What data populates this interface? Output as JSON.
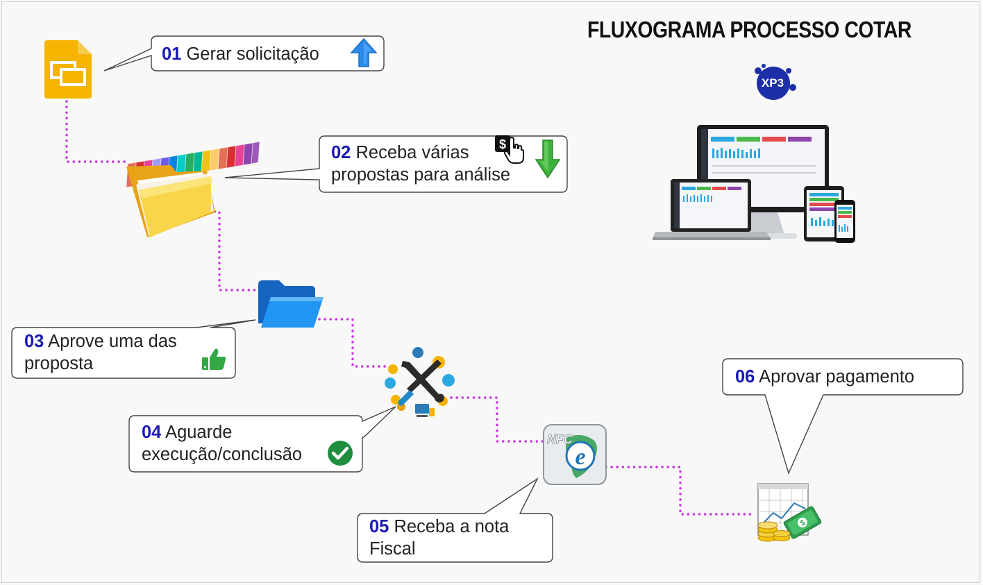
{
  "diagram": {
    "title": "FLUXOGRAMA  PROCESSO COTAR",
    "steps": [
      {
        "number": "01",
        "line1": "Gerar solicitação",
        "line2": ""
      },
      {
        "number": "02",
        "line1": "Receba várias",
        "line2": "propostas para análise"
      },
      {
        "number": "03",
        "line1": "Aprove uma das",
        "line2": "proposta"
      },
      {
        "number": "04",
        "line1": "Aguarde",
        "line2": "execução/conclusão"
      },
      {
        "number": "05",
        "line1": "Receba a nota",
        "line2": "Fiscal"
      },
      {
        "number": "06",
        "line1": "Aprovar pagamento",
        "line2": ""
      }
    ],
    "logo_text": "XP3",
    "nfce_text": "NFC",
    "nfce_letter": "e",
    "dollar_sign": "$"
  },
  "icons": [
    "slides-document-icon",
    "rainbow-folders-icon",
    "blue-folder-icon",
    "tools-gears-icon",
    "nfce-invoice-icon",
    "payment-chart-money-icon",
    "arrow-up-icon",
    "dollar-cursor-icon",
    "arrow-down-icon",
    "thumbs-up-icon",
    "check-circle-icon",
    "responsive-devices-icon",
    "xp3-logo"
  ],
  "colors": {
    "connector": "#c834e0",
    "step_number": "#1a1ab8",
    "callout_border": "#444444"
  }
}
